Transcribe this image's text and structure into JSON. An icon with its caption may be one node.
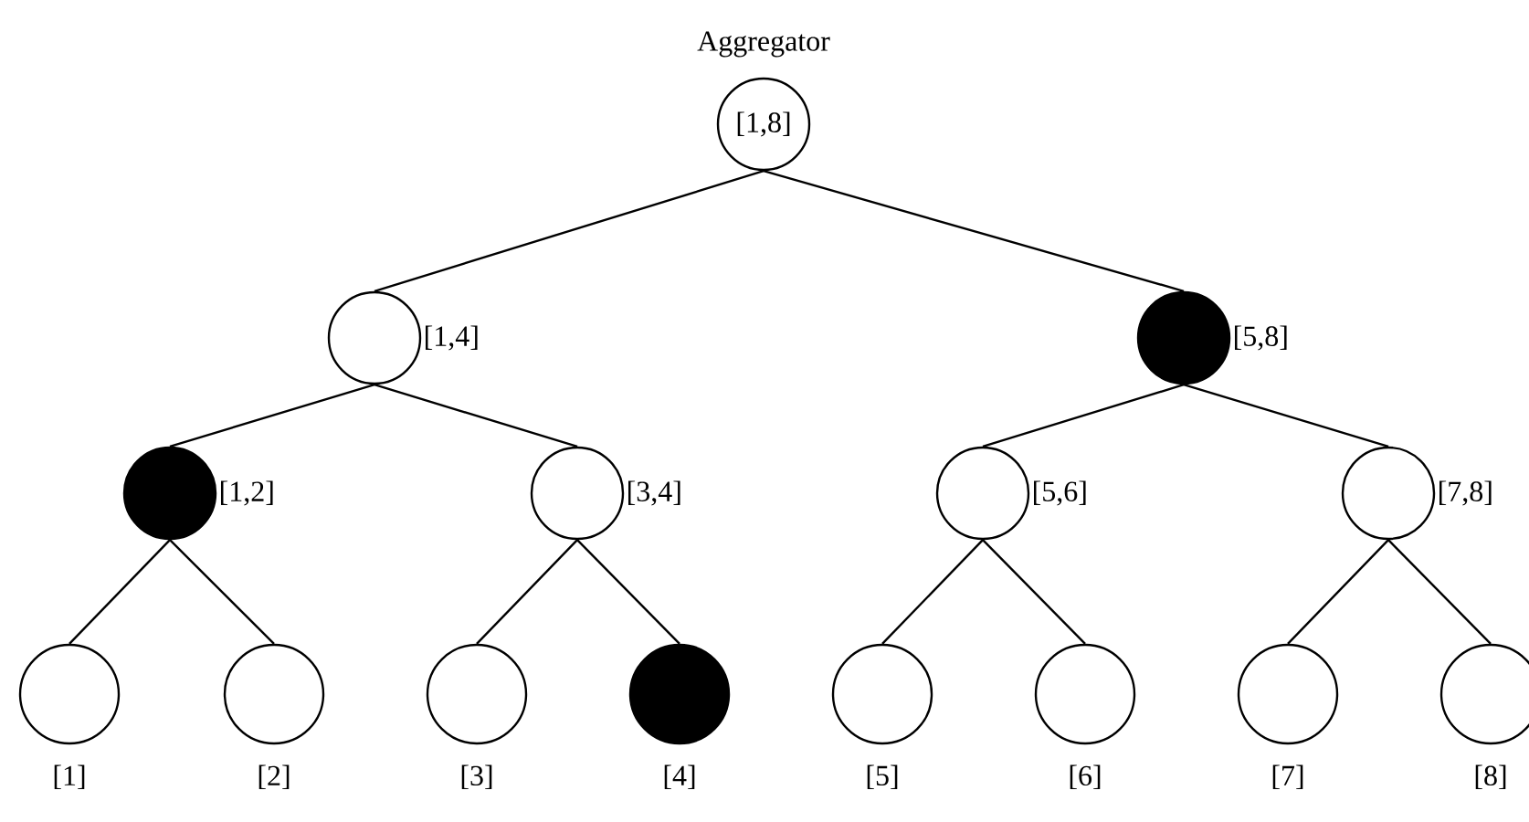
{
  "diagram": {
    "nodes": [
      {
        "text": [
          "[1,8]"
        ],
        "beside": [
          "Aggregator"
        ]
      },
      {
        "text": [],
        "shape": "circle",
        "beside": [
          "[1,4]"
        ]
      },
      {
        "text": [],
        "shape": "disc",
        "beside": [
          "[5,8]"
        ]
      },
      {
        "text": [],
        "shape": "disc",
        "beside": [
          "[1,2]"
        ]
      },
      {
        "text": [],
        "shape": "circle",
        "beside": [
          "[3,4]"
        ]
      },
      {
        "text": [],
        "shape": "circle",
        "beside": [
          "[5,6]"
        ]
      },
      {
        "text": [],
        "shape": "circle",
        "beside": [
          "[7,8]"
        ]
      },
      {
        "text": [],
        "shape": "circle",
        "beside": [
          "[1]"
        ]
      },
      {
        "text": [],
        "shape": "circle",
        "beside": [
          "[2]"
        ]
      },
      {
        "text": [],
        "shape": "circle",
        "beside": [
          "[3]"
        ]
      },
      {
        "text": [],
        "shape": "disc",
        "beside": [
          "[4]"
        ]
      },
      {
        "text": [],
        "shape": "circle",
        "beside": [
          "[5]"
        ]
      },
      {
        "text": [],
        "shape": "circle",
        "beside": [
          "[6]"
        ]
      },
      {
        "text": [],
        "shape": "circle",
        "beside": [
          "[7]"
        ]
      },
      {
        "text": [],
        "shape": "circle",
        "beside": [
          "[8]"
        ]
      }
    ],
    "edges": [
      {
        "from": 0,
        "to": 1,
        "arrow": "none"
      },
      {
        "from": 0,
        "to": 2,
        "arrow": "none"
      },
      {
        "from": 1,
        "to": 3,
        "arrow": "none"
      },
      {
        "from": 1,
        "to": 4,
        "arrow": "none"
      },
      {
        "from": 2,
        "to": 5,
        "arrow": "none"
      },
      {
        "from": 2,
        "to": 6,
        "arrow": "none"
      },
      {
        "from": 3,
        "to": 7,
        "arrow": "none"
      },
      {
        "from": 3,
        "to": 8,
        "arrow": "none"
      },
      {
        "from": 4,
        "to": 9,
        "arrow": "none"
      },
      {
        "from": 4,
        "to": 10,
        "arrow": "none"
      },
      {
        "from": 5,
        "to": 11,
        "arrow": "none"
      },
      {
        "from": 5,
        "to": 12,
        "arrow": "none"
      },
      {
        "from": 6,
        "to": 13,
        "arrow": "none"
      },
      {
        "from": 6,
        "to": 14,
        "arrow": "none"
      }
    ]
  }
}
